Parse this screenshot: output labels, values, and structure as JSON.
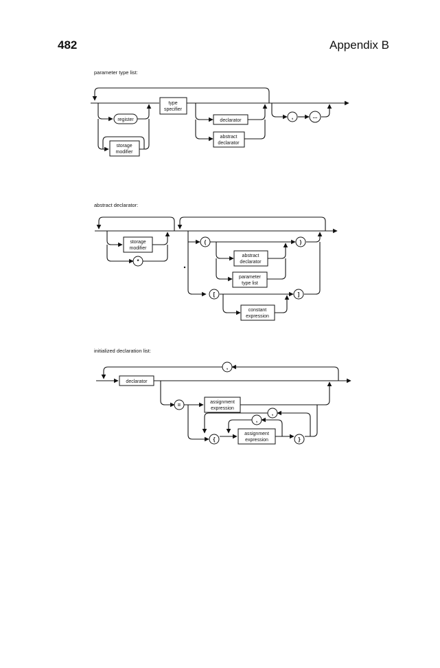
{
  "header": {
    "page_number": "482",
    "chapter": "Appendix B"
  },
  "diagrams": [
    {
      "title": "parameter type list:",
      "elements": {
        "register": "register",
        "storage_modifier": [
          "storage",
          "modifier"
        ],
        "type_specifier": [
          "type",
          "specifier"
        ],
        "declarator": "declarator",
        "abstract_declarator": [
          "abstract",
          "declarator"
        ],
        "comma": ",",
        "ellipsis": "..."
      }
    },
    {
      "title": "abstract declarator:",
      "elements": {
        "storage_modifier": [
          "storage",
          "modifier"
        ],
        "star": "*",
        "lparen": "(",
        "rparen": ")",
        "abstract_declarator": [
          "abstract",
          "declarator"
        ],
        "parameter_type_list": [
          "parameter",
          "type list"
        ],
        "lbracket": "[",
        "rbracket": "]",
        "constant_expression": [
          "constant",
          "expression"
        ]
      }
    },
    {
      "title": "initialized declaration list:",
      "elements": {
        "comma_top": ",",
        "declarator": "declarator",
        "equals": "=",
        "assignment_expression": [
          "assignment",
          "expression"
        ],
        "comma_mid": ",",
        "comma_inner": ",",
        "lbrace": "{",
        "assignment_expression_inner": [
          "assignment",
          "expression"
        ],
        "rbrace": "}"
      }
    }
  ]
}
